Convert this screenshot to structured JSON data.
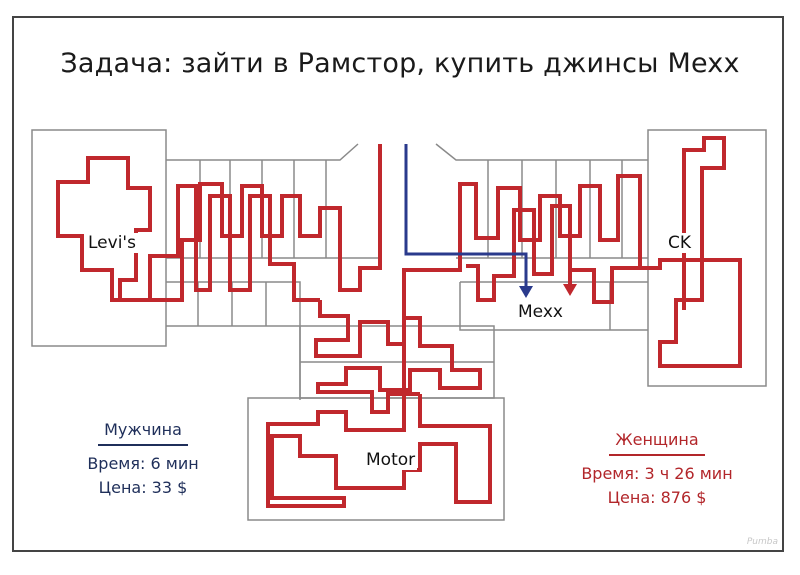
{
  "title": "Задача: зайти в Рамстор, купить джинсы Mexx",
  "stores": {
    "levis": "Levi's",
    "ck": "CK",
    "mexx": "Mexx",
    "motor": "Motor"
  },
  "man": {
    "heading": "Мужчина",
    "time": "Время: 6 мин",
    "price": "Цена: 33 $",
    "color": "#2a3a8c"
  },
  "woman": {
    "heading": "Женщина",
    "time": "Время: 3 ч 26 мин",
    "price": "Цена: 876 $",
    "color": "#c0282d"
  },
  "watermark": "Pumba"
}
